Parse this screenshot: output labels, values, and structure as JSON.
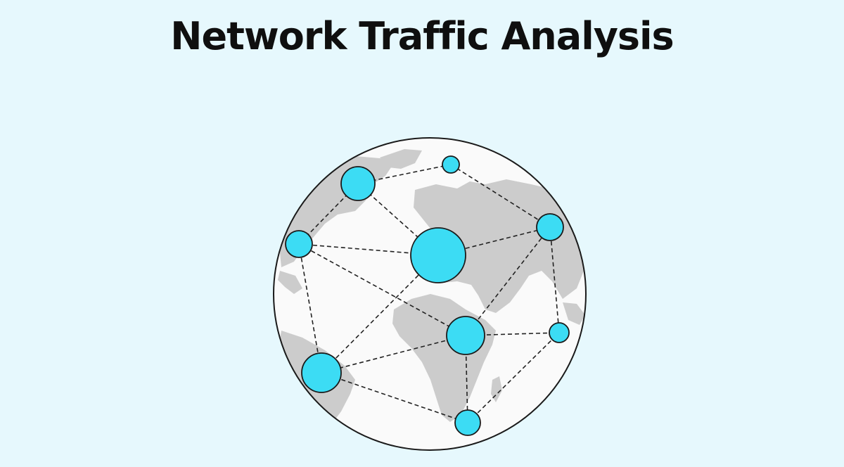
{
  "page": {
    "title": "Network Traffic Analysis",
    "background_color": "#e6f8fd"
  },
  "diagram": {
    "type": "network-globe",
    "globe": {
      "fill_color": "#fafafa",
      "land_color": "#cccccc",
      "outline_color": "#1a1a1a"
    },
    "node_color": "#3cdcf4",
    "edge_style": "dashed",
    "nodes": [
      {
        "id": "north-america"
      },
      {
        "id": "atlantic-top"
      },
      {
        "id": "pacific-left"
      },
      {
        "id": "europe-hub"
      },
      {
        "id": "asia"
      },
      {
        "id": "pacific-right"
      },
      {
        "id": "africa"
      },
      {
        "id": "south-america"
      },
      {
        "id": "south-atlantic"
      }
    ],
    "edges": [
      [
        "north-america",
        "atlantic-top"
      ],
      [
        "north-america",
        "pacific-left"
      ],
      [
        "north-america",
        "europe-hub"
      ],
      [
        "atlantic-top",
        "asia"
      ],
      [
        "pacific-left",
        "europe-hub"
      ],
      [
        "pacific-left",
        "africa"
      ],
      [
        "pacific-left",
        "south-america"
      ],
      [
        "europe-hub",
        "asia"
      ],
      [
        "europe-hub",
        "south-america"
      ],
      [
        "asia",
        "africa"
      ],
      [
        "asia",
        "pacific-right"
      ],
      [
        "africa",
        "south-america"
      ],
      [
        "africa",
        "pacific-right"
      ],
      [
        "africa",
        "south-atlantic"
      ],
      [
        "south-america",
        "south-atlantic"
      ],
      [
        "south-atlantic",
        "pacific-right"
      ]
    ]
  }
}
